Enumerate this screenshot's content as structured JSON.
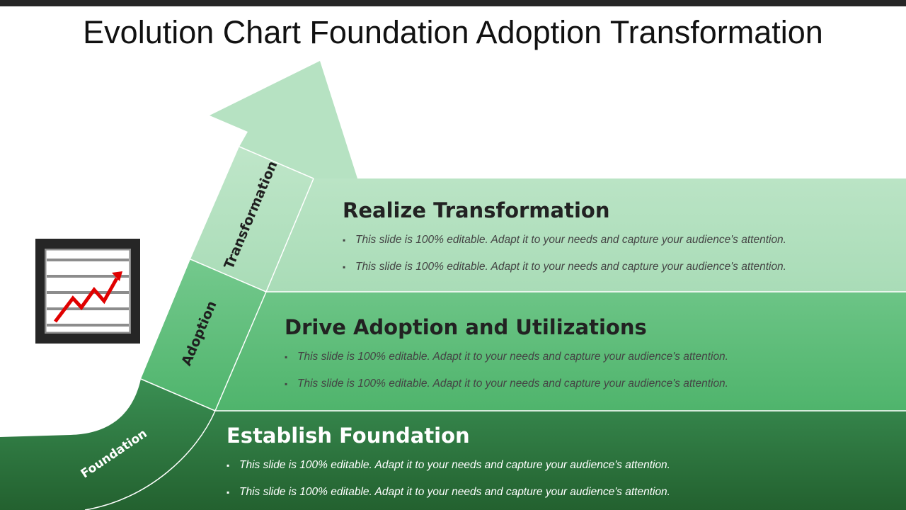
{
  "title": "Evolution Chart Foundation Adoption Transformation",
  "colors": {
    "stage_light": "#b7e3c2",
    "stage_mid": "#5fc07a",
    "stage_dark": "#2f7d45",
    "icon_frame": "#262626",
    "trend_line": "#e00000"
  },
  "stages": [
    {
      "label": "Transformation",
      "heading": "Realize Transformation",
      "bullets": [
        "This slide is 100% editable. Adapt it to your needs and capture your audience's attention.",
        "This slide is 100% editable. Adapt it to your needs and capture your audience's attention."
      ]
    },
    {
      "label": "Adoption",
      "heading": "Drive Adoption and Utilizations",
      "bullets": [
        "This slide is 100% editable. Adapt it to your needs and capture your audience's attention.",
        "This slide is 100% editable. Adapt it to your needs and capture your audience's attention."
      ]
    },
    {
      "label": "Foundation",
      "heading": "Establish Foundation",
      "bullets": [
        "This slide is 100% editable. Adapt it to your needs and capture your audience's attention.",
        "This slide is 100% editable. Adapt it to your needs and capture your audience's attention."
      ]
    }
  ],
  "icon": "growth-chart-icon"
}
